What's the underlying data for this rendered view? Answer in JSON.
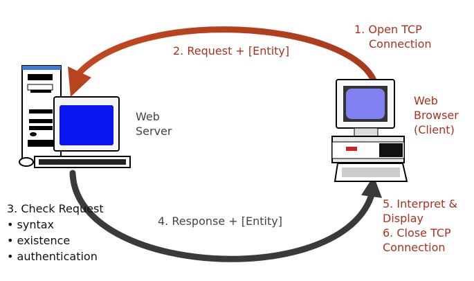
{
  "colors": {
    "request_arrow": "#b8431f",
    "response_arrow": "#3a3a3a",
    "client_text": "#a8321c",
    "server_screen": "#0a14f0",
    "client_screen": "#8080f0"
  },
  "labels": {
    "step1": [
      "1. Open TCP",
      "Connection"
    ],
    "step2": "2. Request + [Entity]",
    "server": [
      "Web",
      "Server"
    ],
    "client": [
      "Web",
      "Browser",
      "(Client)"
    ],
    "step3": [
      "3. Check Request",
      "• syntax",
      "• existence",
      "• authentication"
    ],
    "step4": "4. Response + [Entity]",
    "step5_6": [
      "5. Interpret &",
      "Display",
      "6. Close TCP",
      "Connection"
    ]
  }
}
